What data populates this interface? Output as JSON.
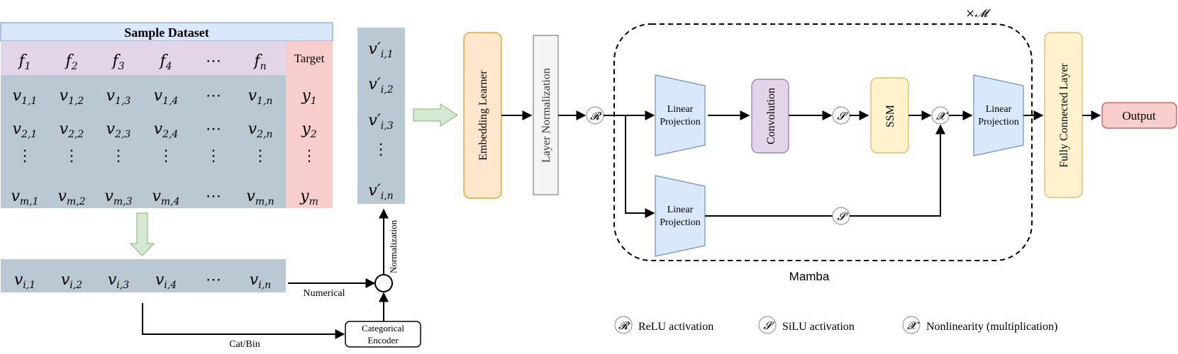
{
  "dataset": {
    "title": "Sample Dataset",
    "headers": [
      {
        "b": "f",
        "s": "1"
      },
      {
        "b": "f",
        "s": "2"
      },
      {
        "b": "f",
        "s": "3"
      },
      {
        "b": "f",
        "s": "4"
      },
      {
        "b": "⋯",
        "s": ""
      },
      {
        "b": "f",
        "s": "n"
      }
    ],
    "target_label": "Target",
    "rows": [
      [
        {
          "b": "v",
          "s": "1,1"
        },
        {
          "b": "v",
          "s": "1,2"
        },
        {
          "b": "v",
          "s": "1,3"
        },
        {
          "b": "v",
          "s": "1,4"
        },
        {
          "b": "⋯",
          "s": ""
        },
        {
          "b": "v",
          "s": "1,n"
        },
        {
          "b": "y",
          "s": "1"
        }
      ],
      [
        {
          "b": "v",
          "s": "2,1"
        },
        {
          "b": "v",
          "s": "2,2"
        },
        {
          "b": "v",
          "s": "2,3"
        },
        {
          "b": "v",
          "s": "2,4"
        },
        {
          "b": "⋯",
          "s": ""
        },
        {
          "b": "v",
          "s": "2,n"
        },
        {
          "b": "y",
          "s": "2"
        }
      ],
      [
        {
          "b": "⋮",
          "s": ""
        },
        {
          "b": "⋮",
          "s": ""
        },
        {
          "b": "⋮",
          "s": ""
        },
        {
          "b": "⋮",
          "s": ""
        },
        {
          "b": "⋮",
          "s": ""
        },
        {
          "b": "⋮",
          "s": ""
        },
        {
          "b": "⋮",
          "s": ""
        }
      ],
      [
        {
          "b": "v",
          "s": "m,1"
        },
        {
          "b": "v",
          "s": "m,2"
        },
        {
          "b": "v",
          "s": "m,3"
        },
        {
          "b": "v",
          "s": "m,4"
        },
        {
          "b": "⋯",
          "s": ""
        },
        {
          "b": "v",
          "s": "m,n"
        },
        {
          "b": "y",
          "s": "m"
        }
      ]
    ]
  },
  "sample_row": [
    {
      "b": "v",
      "s": "i,1"
    },
    {
      "b": "v",
      "s": "i,2"
    },
    {
      "b": "v",
      "s": "i,3"
    },
    {
      "b": "v",
      "s": "i,4"
    },
    {
      "b": "⋯",
      "s": ""
    },
    {
      "b": "v",
      "s": "i,n"
    }
  ],
  "normalized_column": [
    {
      "b": "v′",
      "s": "i,1"
    },
    {
      "b": "v′",
      "s": "i,2"
    },
    {
      "b": "v′",
      "s": "i,3"
    },
    {
      "b": "⋮",
      "s": ""
    },
    {
      "b": "v′",
      "s": "i,n"
    }
  ],
  "labels": {
    "numerical": "Numerical",
    "catbin": "Cat/Bin",
    "normalization": "Normalization",
    "categorical_encoder_line1": "Categorical",
    "categorical_encoder_line2": "Encoder"
  },
  "blocks": {
    "embedding": "Embedding Learner",
    "layernorm": "Layer Normalization",
    "linear_line1": "Linear",
    "linear_line2": "Projection",
    "convolution": "Convolution",
    "ssm": "SSM",
    "fc": "Fully Connected Layer",
    "output": "Output",
    "mamba": "Mamba",
    "repeat": "×𝓜"
  },
  "symbols": {
    "relu": "𝓡",
    "silu": "𝓢",
    "nonlin": "𝓧"
  },
  "legend": [
    {
      "symbol": "𝓡",
      "text": "ReLU activation"
    },
    {
      "symbol": "𝓢",
      "text": "SiLU activation"
    },
    {
      "symbol": "𝓧",
      "text": "Nonlinearity (multiplication)"
    }
  ],
  "colors": {
    "dataset_title_bg": "#dae8fc",
    "header_bg": "#e1d5e7",
    "data_bg": "#bac8d3",
    "target_bg": "#f8cecc",
    "embedding_fill": "#ffe6cc",
    "embedding_stroke": "#d79b00",
    "layernorm_fill": "#f5f5f5",
    "linear_fill": "#dae8fc",
    "linear_stroke": "#6c8ebf",
    "conv_fill": "#e1d5e7",
    "conv_stroke": "#9673a6",
    "ssm_fill": "#fff2cc",
    "ssm_stroke": "#d6b656",
    "output_fill": "#f8cecc",
    "output_stroke": "#b85450",
    "arrow_green_fill": "#d5e8d4",
    "arrow_green_stroke": "#82b366"
  }
}
